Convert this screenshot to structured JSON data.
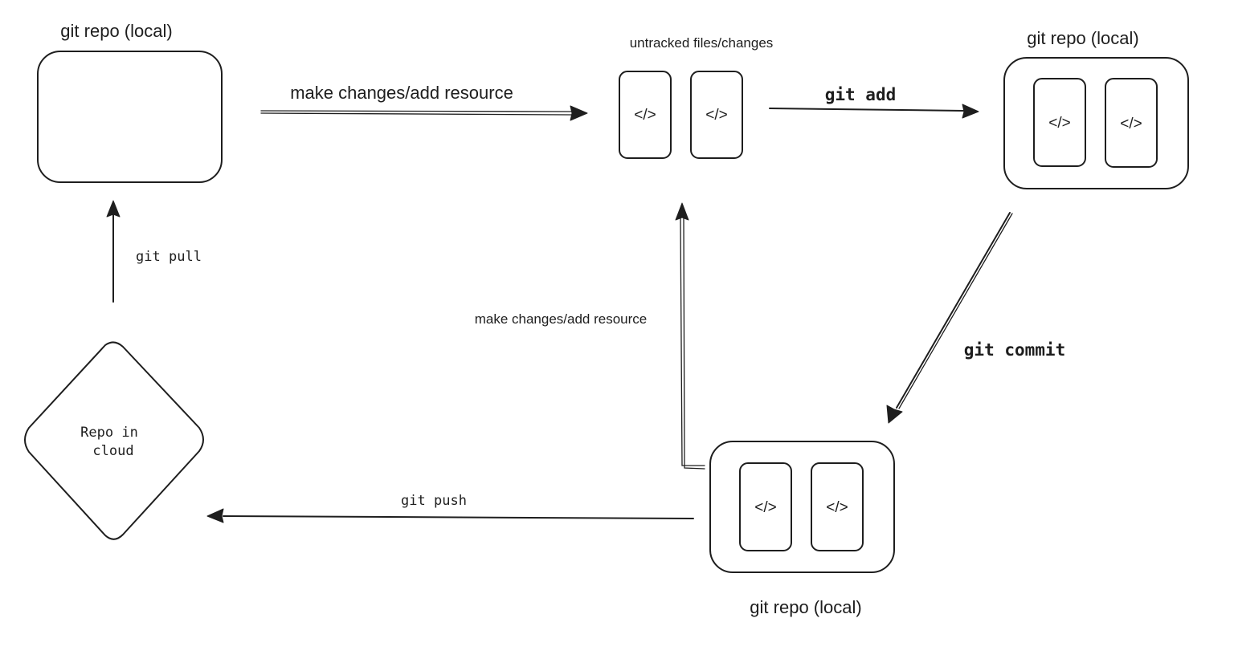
{
  "colors": {
    "yellow_fill": "#f4b740",
    "green_fill": "#5cc05c",
    "stroke": "#1e1e1e",
    "file_gray": "#d0d3d9",
    "background": "#ffffff"
  },
  "nodes": {
    "repo_local_top_left": {
      "label": "git repo (local)"
    },
    "untracked": {
      "label": "untracked files/changes",
      "file_icons": [
        "</>",
        "</>"
      ]
    },
    "repo_local_staged": {
      "label": "git repo (local)",
      "file_icons": [
        "</>",
        "</>"
      ]
    },
    "repo_local_committed": {
      "label": "git repo (local)",
      "file_icons": [
        "</>",
        "</>"
      ]
    },
    "repo_cloud": {
      "label_line1": "Repo in",
      "label_line2": "cloud"
    }
  },
  "edges": {
    "make_changes_top": "make changes/add resource",
    "git_add": "git add",
    "git_commit": "git commit",
    "make_changes_mid": "make changes/add resource",
    "git_push": "git push",
    "git_pull": "git pull"
  }
}
